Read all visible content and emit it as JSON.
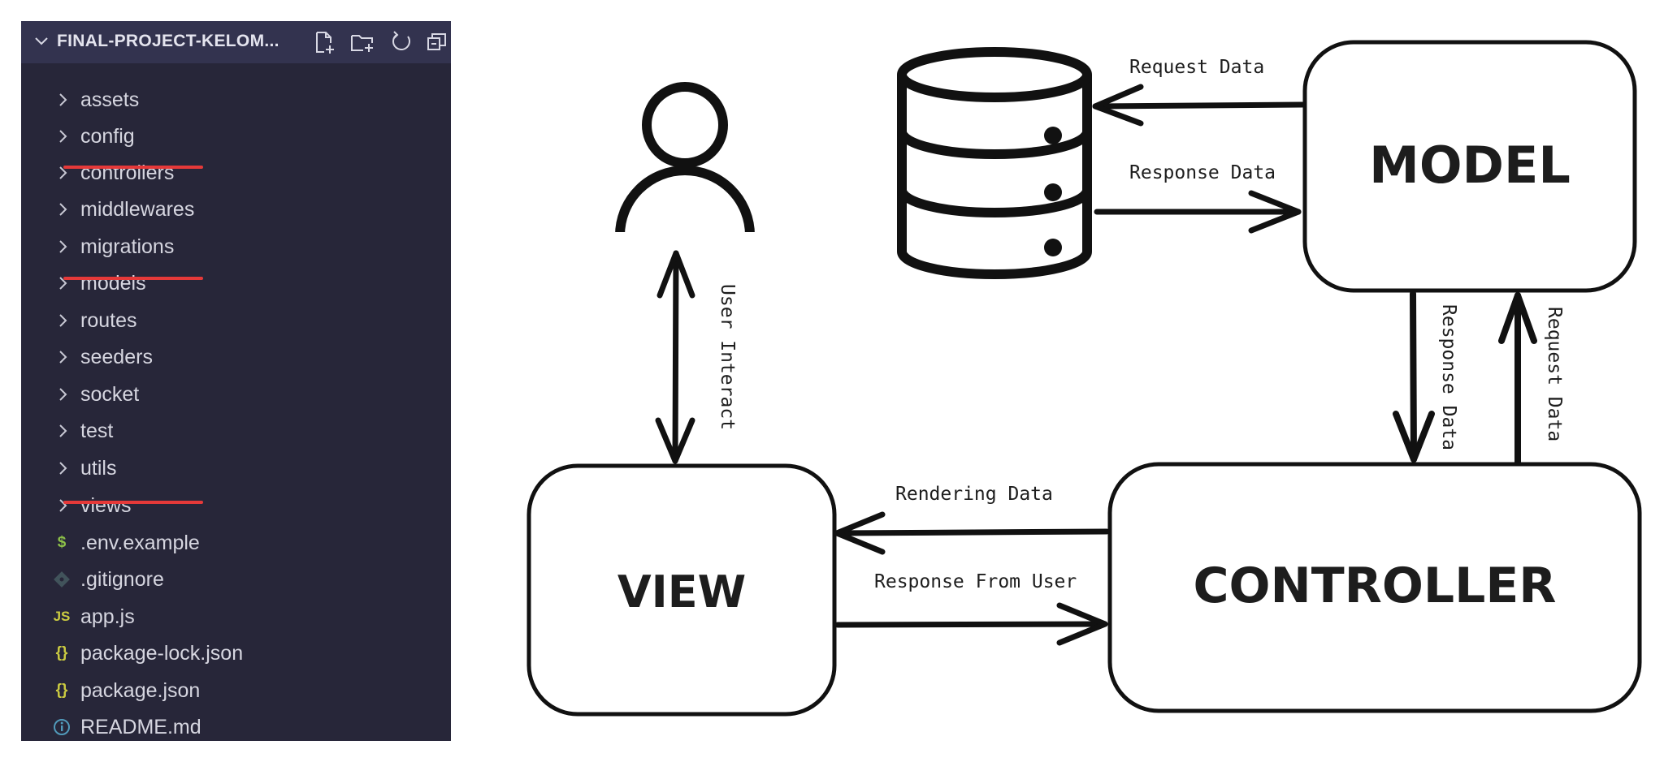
{
  "explorer": {
    "project_title": "FINAL-PROJECT-KELOM...",
    "items": [
      {
        "label": "assets",
        "type": "folder"
      },
      {
        "label": "config",
        "type": "folder"
      },
      {
        "label": "controllers",
        "type": "folder",
        "highlighted": true
      },
      {
        "label": "middlewares",
        "type": "folder"
      },
      {
        "label": "migrations",
        "type": "folder"
      },
      {
        "label": "models",
        "type": "folder",
        "highlighted": true
      },
      {
        "label": "routes",
        "type": "folder"
      },
      {
        "label": "seeders",
        "type": "folder"
      },
      {
        "label": "socket",
        "type": "folder"
      },
      {
        "label": "test",
        "type": "folder"
      },
      {
        "label": "utils",
        "type": "folder"
      },
      {
        "label": "views",
        "type": "folder",
        "highlighted": true
      },
      {
        "label": ".env.example",
        "type": "file",
        "icon": "$",
        "icon_color": "#8dc149"
      },
      {
        "label": ".gitignore",
        "type": "file",
        "icon": "git-diamond-icon",
        "icon_color": "#41535b"
      },
      {
        "label": "app.js",
        "type": "file",
        "icon": "JS",
        "icon_color": "#cbcb41"
      },
      {
        "label": "package-lock.json",
        "type": "file",
        "icon": "{}",
        "icon_color": "#cbcb41"
      },
      {
        "label": "package.json",
        "type": "file",
        "icon": "{}",
        "icon_color": "#cbcb41"
      },
      {
        "label": "README.md",
        "type": "file",
        "icon": "info-icon",
        "icon_color": "#519aba"
      }
    ],
    "colors": {
      "background": "#272639",
      "header": "#33334f",
      "text": "#d6d6e0",
      "underline": "#e53939"
    }
  },
  "diagram": {
    "model_label": "MODEL",
    "view_label": "VIEW",
    "controller_label": "CONTROLLER",
    "db_request": "Request Data",
    "db_response": "Response Data",
    "model_to_controller": "Response Data",
    "controller_to_model": "Request Data",
    "controller_to_view": "Rendering Data",
    "view_to_controller": "Response From User",
    "user_interact": "User Interact",
    "icons": [
      "database-icon",
      "user-icon"
    ]
  }
}
